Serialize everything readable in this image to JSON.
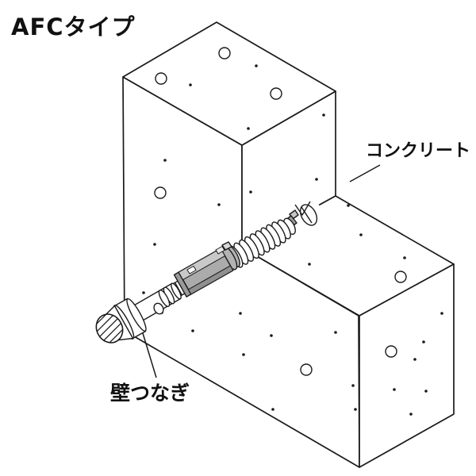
{
  "title": "AFCタイプ",
  "labels": {
    "concrete": "コンクリート",
    "wall_tie": "壁つなぎ"
  },
  "colors": {
    "background": "#ffffff",
    "line": "#1a1a1a",
    "coupler_body_gray": "#ababab",
    "coupler_top_gray": "#c9c9c9",
    "coupler_bottom_gray": "#8f8f8f",
    "coupler_end_gray": "#9a9a9a",
    "flange_gray": "#b3b3b3",
    "plug_key_gray": "#a0a0a0"
  },
  "diagram": {
    "type": "technical line illustration",
    "subject": "AFC type wall-tie anchor installed at a concrete corner"
  }
}
